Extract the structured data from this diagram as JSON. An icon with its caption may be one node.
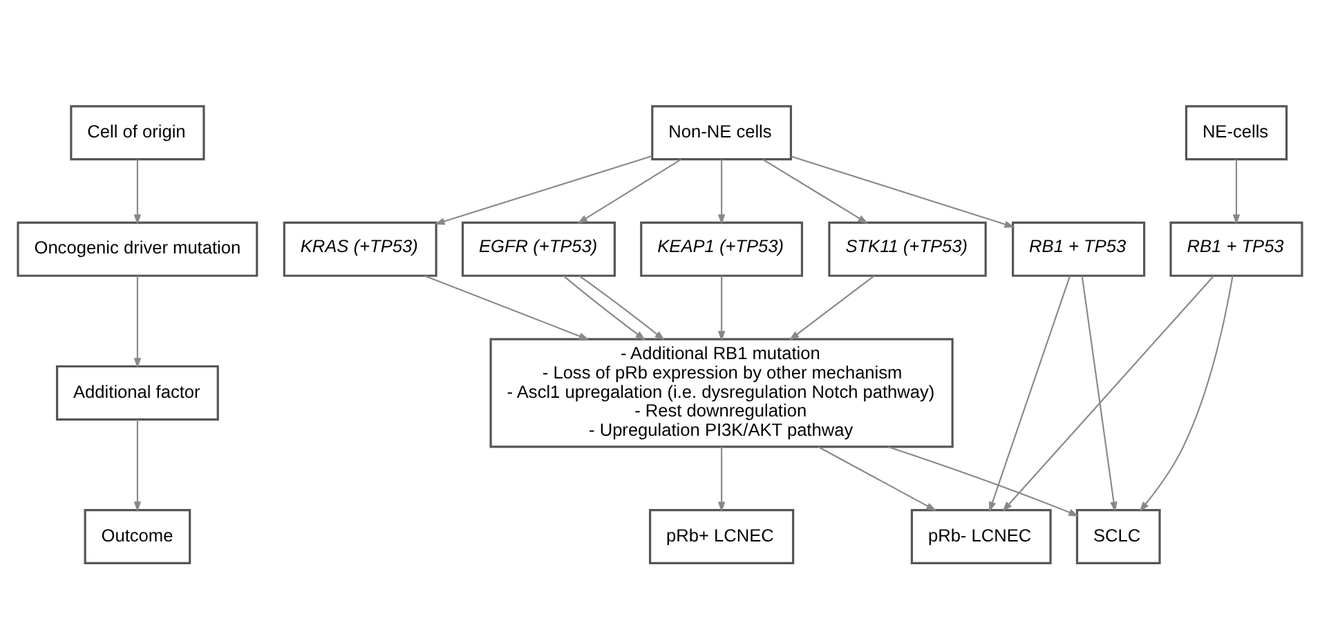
{
  "diagram": {
    "nodes": [
      {
        "text": [
          "Cell of origin"
        ]
      },
      {
        "text": [
          "Oncogenic driver mutation"
        ]
      },
      {
        "text": [
          "Additional factor"
        ]
      },
      {
        "text": [
          "Outcome"
        ]
      },
      {
        "text": [
          "NE-cells"
        ]
      },
      {
        "text": [
          "Non-NE cells"
        ]
      },
      {
        "text": [
          "RB1 + TP53"
        ]
      },
      {
        "text": [
          "RB1 + TP53"
        ]
      },
      {
        "text": [
          "EGFR (+TP53)"
        ]
      },
      {
        "text": [
          "KEAP1 (+TP53)"
        ]
      },
      {
        "text": [
          "STK11 (+TP53)"
        ]
      },
      {
        "text": [
          "KRAS (+TP53)"
        ]
      },
      {
        "text": [
          "- Additional RB1 mutation",
          "- Loss of pRb expression by other mechanism",
          "- Ascl1 upregalation (i.e. dysregulation Notch pathway)",
          "- Rest downregulation",
          "- Upregulation PI3K/AKT pathway"
        ]
      },
      {
        "text": [
          "SCLC"
        ]
      },
      {
        "text": [
          "pRb- LCNEC"
        ]
      },
      {
        "text": [
          "pRb+ LCNEC"
        ]
      }
    ],
    "edges": [
      {
        "from": 0,
        "to": 1,
        "arrow": "to"
      },
      {
        "from": 1,
        "to": 2,
        "arrow": "to"
      },
      {
        "from": 2,
        "to": 3,
        "arrow": "to"
      },
      {
        "from": 4,
        "to": 6,
        "arrow": "to"
      },
      {
        "from": 5,
        "to": 7,
        "arrow": "to"
      },
      {
        "from": 5,
        "to": 8,
        "arrow": "to"
      },
      {
        "from": 5,
        "to": 9,
        "arrow": "to"
      },
      {
        "from": 5,
        "to": 10,
        "arrow": "to"
      },
      {
        "from": 5,
        "to": 11,
        "arrow": "to"
      },
      {
        "from": 6,
        "to": 13,
        "arrow": "to"
      },
      {
        "from": 6,
        "to": 14,
        "arrow": "to"
      },
      {
        "from": 7,
        "to": 13,
        "arrow": "to"
      },
      {
        "from": 7,
        "to": 14,
        "arrow": "to"
      },
      {
        "from": 8,
        "to": 12,
        "arrow": "to"
      },
      {
        "from": 8,
        "to": 12,
        "arrow": "to"
      },
      {
        "from": 9,
        "to": 12,
        "arrow": "to"
      },
      {
        "from": 10,
        "to": 12,
        "arrow": "to"
      },
      {
        "from": 11,
        "to": 12,
        "arrow": "to"
      },
      {
        "from": 12,
        "to": 13,
        "arrow": "to"
      },
      {
        "from": 12,
        "to": 14,
        "arrow": "to"
      },
      {
        "from": 12,
        "to": 15,
        "arrow": "to"
      }
    ]
  }
}
